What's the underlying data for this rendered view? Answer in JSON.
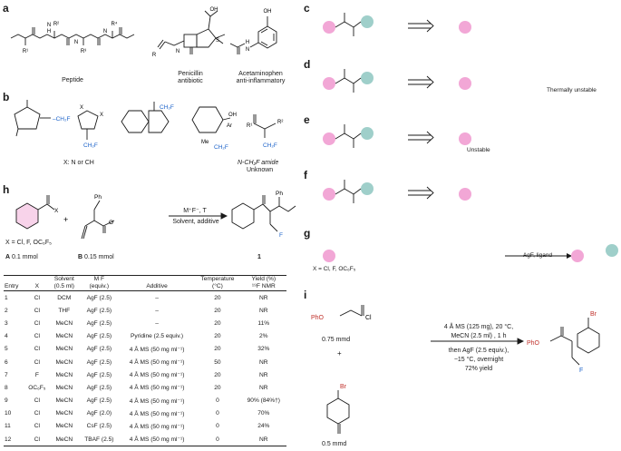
{
  "panels": {
    "a": "a",
    "b": "b",
    "c": "c",
    "d": "d",
    "e": "e",
    "f": "f",
    "g": "g",
    "h": "h",
    "i": "i"
  },
  "a": {
    "peptide": "Peptide",
    "penicillin": "Penicillin",
    "penicillin2": "antibiotic",
    "acetaminophen": "Acetaminophen",
    "acetaminophen2": "anti-inflammatory"
  },
  "b": {
    "xnote": "X: N or CH",
    "amide": "N-CH₂F amide",
    "amide2": "Unknown"
  },
  "d": {
    "note": "Thermally unstable"
  },
  "e": {
    "note": "Unstable"
  },
  "g": {
    "reagent": "AgF, ligand",
    "xnote": "X = Cl, F, OC₆F₅"
  },
  "h": {
    "xnote": "X = Cl, F, OC₆F₅",
    "a_label": "A",
    "a_amt": "0.1 mmol",
    "b_label": "B",
    "b_amt": "0.15 mmol",
    "cond_top": "M⁺F⁻, T",
    "cond_bot": "Solvent, additive",
    "product": "1",
    "headers": [
      "Entry",
      "X",
      "Solvent\n(0.5 ml)",
      "M   F\n(equiv.)",
      "Additive",
      "Temperature\n(°C)",
      "Yield (%)\n¹⁹F NMR"
    ],
    "rows": [
      [
        "1",
        "Cl",
        "DCM",
        "AgF (2.5)",
        "–",
        "20",
        "NR"
      ],
      [
        "2",
        "Cl",
        "THF",
        "AgF (2.5)",
        "–",
        "20",
        "NR"
      ],
      [
        "3",
        "Cl",
        "MeCN",
        "AgF (2.5)",
        "–",
        "20",
        "11%"
      ],
      [
        "4",
        "Cl",
        "MeCN",
        "AgF (2.5)",
        "Pyridine (2.5 equiv.)",
        "20",
        "2%"
      ],
      [
        "5",
        "Cl",
        "MeCN",
        "AgF (2.5)",
        "4 Å MS (50 mg ml⁻¹)",
        "20",
        "32%"
      ],
      [
        "6",
        "Cl",
        "MeCN",
        "AgF (2.5)",
        "4 Å MS (50 mg ml⁻¹)",
        "50",
        "NR"
      ],
      [
        "7",
        "F",
        "MeCN",
        "AgF (2.5)",
        "4 Å MS (50 mg ml⁻¹)",
        "20",
        "NR"
      ],
      [
        "8",
        "OC₆F₅",
        "MeCN",
        "AgF (2.5)",
        "4 Å MS (50 mg ml⁻¹)",
        "20",
        "NR"
      ],
      [
        "9",
        "Cl",
        "MeCN",
        "AgF (2.5)",
        "4 Å MS (50 mg ml⁻¹)",
        "0",
        "90% (84%†)"
      ],
      [
        "10",
        "Cl",
        "MeCN",
        "AgF (2.0)",
        "4 Å MS (50 mg ml⁻¹)",
        "0",
        "70%"
      ],
      [
        "11",
        "Cl",
        "MeCN",
        "CsF (2.5)",
        "4 Å MS (50 mg ml⁻¹)",
        "0",
        "24%"
      ],
      [
        "12",
        "Cl",
        "MeCN",
        "TBAF (2.5)",
        "4 Å MS (50 mg ml⁻¹)",
        "0",
        "NR"
      ]
    ]
  },
  "i": {
    "amt1": "0.75 mmd",
    "plus": "+",
    "amt2": "0.5 mmd",
    "cond1": "4 Å MS (125 mg), 20 °C,",
    "cond2": "MeCN (2.5 ml) , 1 h",
    "cond3": "then AgF (2.5 equiv.),",
    "cond4": "−15 °C, overnight",
    "cond5": "72% yield"
  },
  "colors": {
    "pink": "#f2a7d6",
    "teal": "#9fcfca",
    "blue": "#1b62c9",
    "tealtext": "#1c9a8e",
    "red": "#c0302a"
  }
}
